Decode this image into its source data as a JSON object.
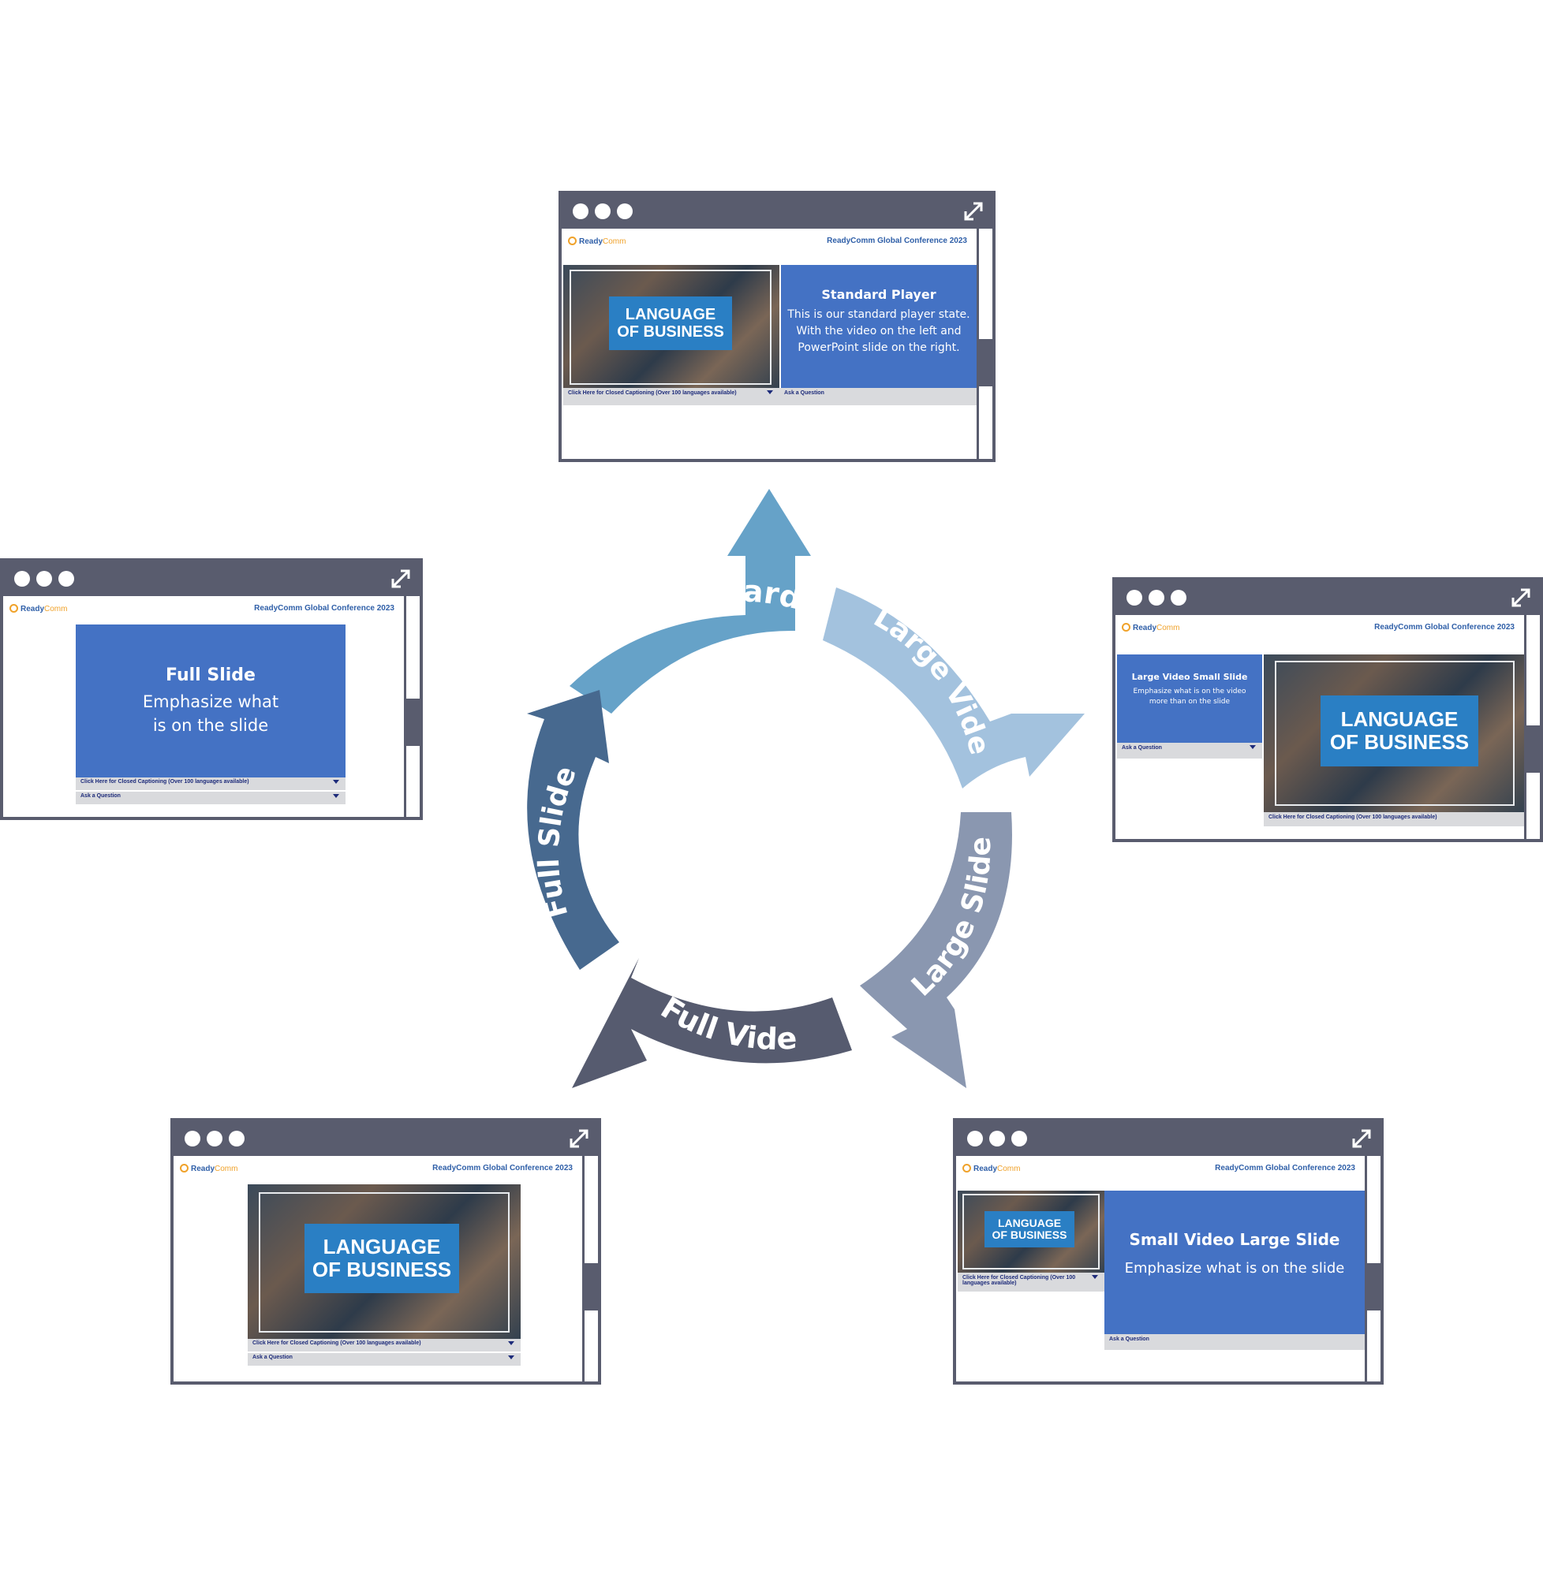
{
  "cycle": {
    "labels": {
      "standard": "Standard",
      "large_video": "Large Video",
      "large_slide": "Large Slide",
      "full_video": "Full Video",
      "full_slide": "Full Slide"
    },
    "colors": {
      "standard": "#66a2c8",
      "large_video": "#a3c2de",
      "large_slide": "#8a97b0",
      "full_video": "#565b6f",
      "full_slide": "#47698f"
    }
  },
  "common": {
    "logo_ready": "Ready",
    "logo_comm": "Comm",
    "conference": "ReadyComm Global Conference 2023",
    "video_line1": "LANGUAGE",
    "video_line2": "OF BUSINESS",
    "captions": "Click Here for Closed Captioning (Over 100 languages available)",
    "ask": "Ask a Question"
  },
  "windows": {
    "standard": {
      "title": "Standard Player",
      "body": "This is our standard player state. With the video on the left and PowerPoint slide on the right."
    },
    "large_video": {
      "title": "Large Video Small Slide",
      "body": "Emphasize what is on the video more than on the slide"
    },
    "full_slide": {
      "title": "Full Slide",
      "body": "Emphasize what is on the slide"
    },
    "small_video": {
      "title": "Small Video Large Slide",
      "body": "Emphasize what is on the slide"
    }
  }
}
